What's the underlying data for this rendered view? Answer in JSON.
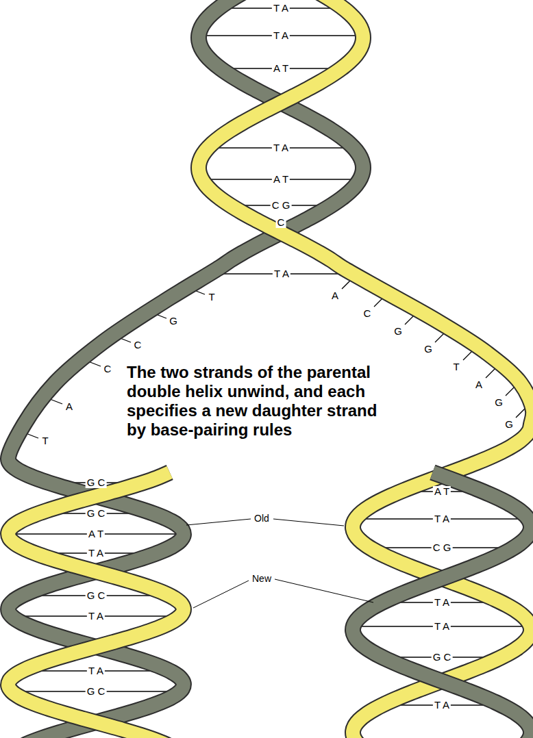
{
  "diagram": {
    "labels": [
      "T A",
      "T A",
      "A T",
      "T A",
      "A T",
      "C G",
      "C",
      "T A",
      "T",
      "G",
      "C",
      "C",
      "A",
      "T",
      "A",
      "C",
      "G",
      "G",
      "T",
      "A",
      "G",
      "G",
      "The two strands of the parental double helix unwind, and each specifies a new daughter strand by base-pairing rules",
      "G C",
      "G C",
      "A T",
      "T A",
      "G C",
      "T A",
      "T A",
      "G C",
      "A T",
      "T A",
      "C G",
      "T A",
      "T A",
      "G C",
      "T A",
      "Old",
      "New"
    ]
  }
}
